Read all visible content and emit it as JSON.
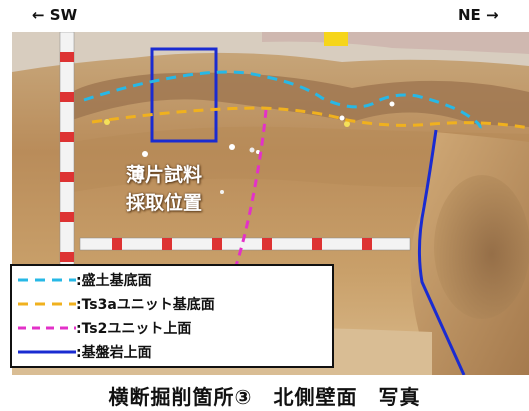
{
  "orientation": {
    "left": "← SW",
    "right": "NE →"
  },
  "photo_annotation": {
    "line1": "薄片試料",
    "line2": "採取位置"
  },
  "legend": [
    {
      "label": ":盛土基底面",
      "color": "#27b8e6",
      "style": "dashed"
    },
    {
      "label": ":Ts3aユニット基底面",
      "color": "#f0b11e",
      "style": "dashed"
    },
    {
      "label": ":Ts2ユニット上面",
      "color": "#e331c8",
      "style": "dashed"
    },
    {
      "label": ":基盤岩上面",
      "color": "#1a2bd1",
      "style": "solid"
    }
  ],
  "caption": "横断掘削箇所③　北側壁面　写真"
}
